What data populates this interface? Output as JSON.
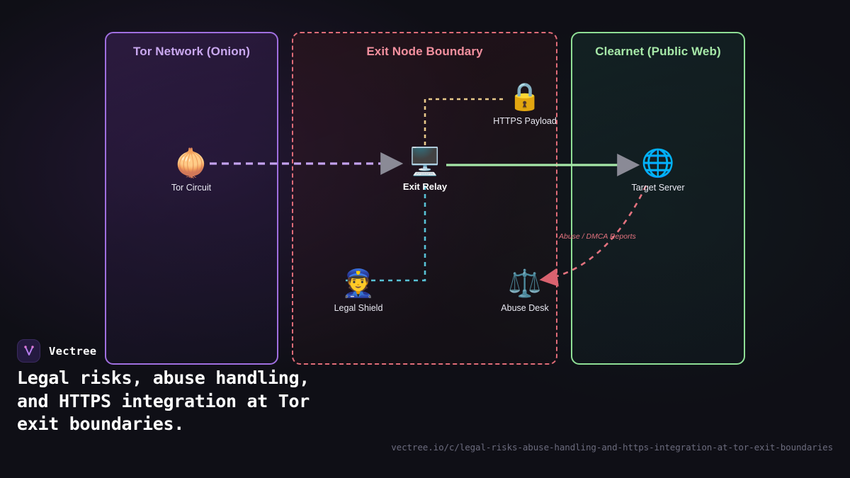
{
  "brand": {
    "name": "Vectree",
    "logo_icon": "vectree-branch-mark"
  },
  "caption": "Legal risks, abuse handling, and HTTPS integration at Tor exit boundaries.",
  "url": "vectree.io/c/legal-risks-abuse-handling-and-https-integration-at-tor-exit-boundaries",
  "colors": {
    "background": "#0f0f16",
    "tor_panel_border": "#a06fe0",
    "tor_panel_title": "#c9a8ef",
    "exit_panel_border": "#e06c78",
    "exit_panel_title": "#f3909f",
    "clearnet_panel_border": "#8ede95",
    "clearnet_panel_title": "#a6e8a8",
    "tor_edge": "#c4a2f0",
    "https_edge": "#e8c98a",
    "legal_edge": "#58c2d6",
    "clearnet_edge": "#a6e8a8",
    "abuse_edge": "#e4737f",
    "arrowhead": "#8a8a96"
  },
  "diagram": {
    "panels": [
      {
        "id": "tor",
        "title": "Tor Network (Onion)"
      },
      {
        "id": "exit",
        "title": "Exit Node Boundary"
      },
      {
        "id": "clearnet",
        "title": "Clearnet (Public Web)"
      }
    ],
    "nodes": [
      {
        "id": "tor-circuit",
        "label": "Tor Circuit",
        "icon": "onion-icon",
        "glyph": "🧅"
      },
      {
        "id": "exit-relay",
        "label": "Exit Relay",
        "icon": "desktop-computer-icon",
        "glyph": "🖥️"
      },
      {
        "id": "https-payload",
        "label": "HTTPS Payload",
        "icon": "padlock-icon",
        "glyph": "🔒"
      },
      {
        "id": "target-server",
        "label": "Target Server",
        "icon": "globe-icon",
        "glyph": "🌐"
      },
      {
        "id": "legal-shield",
        "label": "Legal Shield",
        "icon": "police-officer-icon",
        "glyph": "👮"
      },
      {
        "id": "abuse-desk",
        "label": "Abuse Desk",
        "icon": "balance-scale-icon",
        "glyph": "⚖️"
      }
    ],
    "edges": [
      {
        "id": "tor-to-exit",
        "from": "tor-circuit",
        "to": "exit-relay",
        "style": "dashed",
        "label": ""
      },
      {
        "id": "exit-to-target",
        "from": "exit-relay",
        "to": "target-server",
        "style": "solid",
        "label": ""
      },
      {
        "id": "exit-to-https",
        "from": "exit-relay",
        "to": "https-payload",
        "style": "dotted",
        "label": ""
      },
      {
        "id": "exit-to-legal",
        "from": "exit-relay",
        "to": "legal-shield",
        "style": "dashed",
        "label": ""
      },
      {
        "id": "target-to-abuse",
        "from": "target-server",
        "to": "abuse-desk",
        "style": "dashed",
        "label": "Abuse / DMCA Reports"
      }
    ]
  }
}
